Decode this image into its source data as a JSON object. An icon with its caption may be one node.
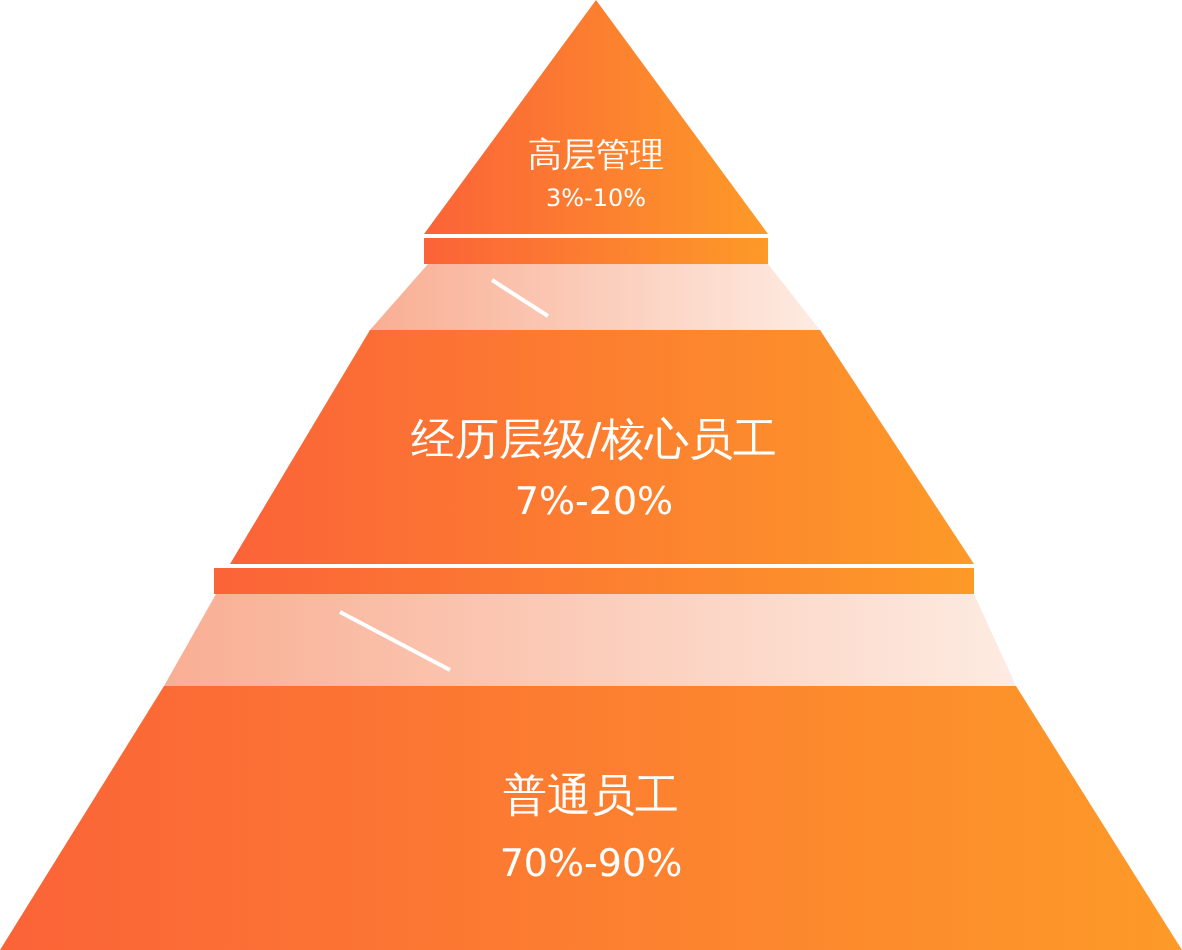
{
  "diagram": {
    "nodes": [
      {
        "text": [
          "高层管理",
          "3%-10%"
        ]
      },
      {
        "text": [
          "经历层级/核心员工",
          "7%-20%"
        ]
      },
      {
        "text": [
          "普通员工",
          "70%-90%"
        ]
      }
    ]
  }
}
